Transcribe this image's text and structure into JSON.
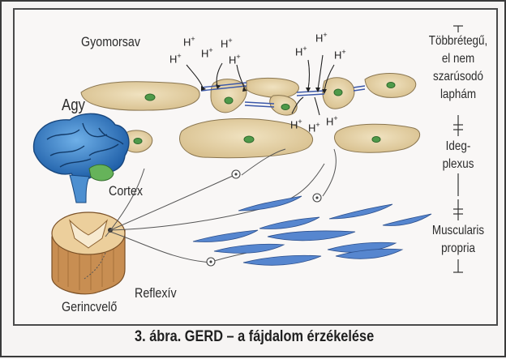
{
  "labels": {
    "gyomorsav": "Gyomorsav",
    "agy": "Agy",
    "cortex": "Cortex",
    "reflexiv": "Reflexív",
    "gerincvelo": "Gerincvelő",
    "hplus": "H",
    "hplus_sup": "+"
  },
  "layers": {
    "epithelium": [
      "Többrétegű,",
      "el nem",
      "szarúsodó",
      "laphám"
    ],
    "plexus": [
      "Ideg-",
      "plexus"
    ],
    "muscularis": [
      "Muscularis",
      "propria"
    ]
  },
  "caption": "3. ábra. GERD – a fájdalom érzékelése",
  "colors": {
    "cell_fill": "#e4d1a6",
    "nucleus": "#4f9a4a",
    "muscle": "#4a7cc8",
    "brain": "#3a7ec4",
    "cord": "#d9a86a"
  }
}
